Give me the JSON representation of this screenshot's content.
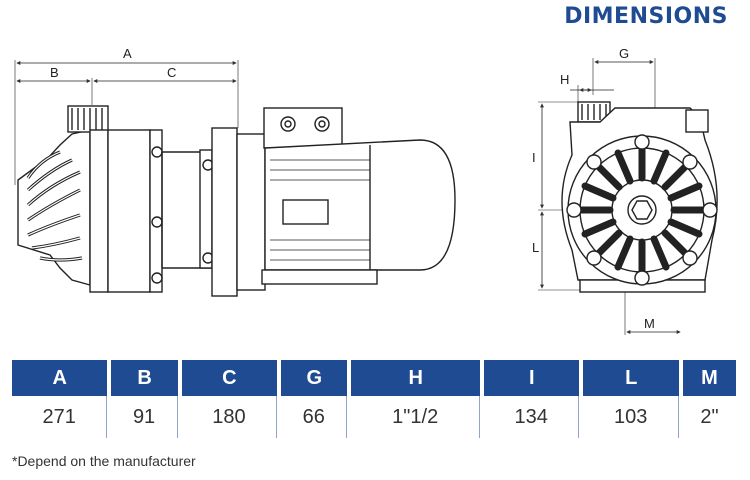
{
  "title": "DIMENSIONS",
  "labels": {
    "A": "A",
    "B": "B",
    "C": "C",
    "G": "G",
    "H": "H",
    "I": "I",
    "L": "L",
    "M": "M"
  },
  "table": {
    "headers": [
      "A",
      "B",
      "C",
      "G",
      "H",
      "I",
      "L",
      "M"
    ],
    "values": [
      "271",
      "91",
      "180",
      "66",
      "1\"1/2",
      "134",
      "103",
      "2\""
    ]
  },
  "footnote": "*Depend on the manufacturer",
  "colors": {
    "header_bg": "#1f4b92",
    "title": "#1f4b92"
  }
}
